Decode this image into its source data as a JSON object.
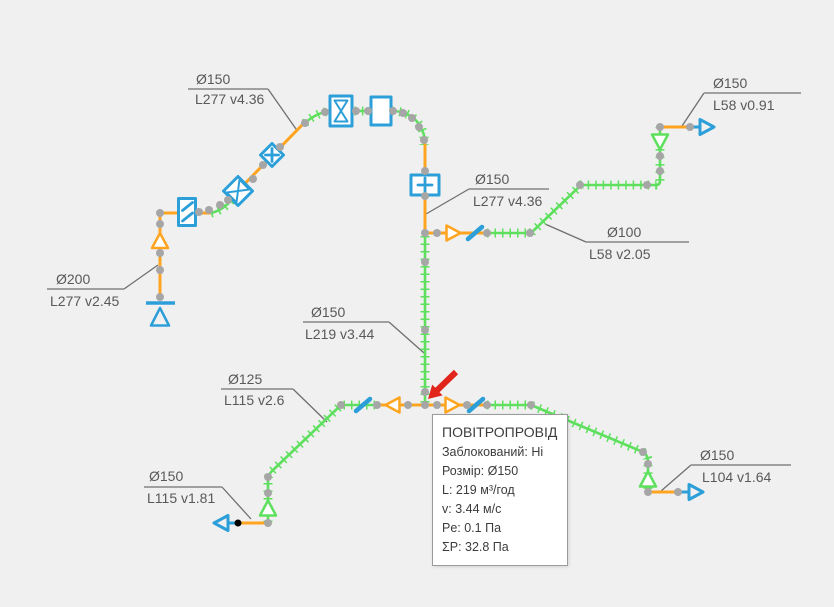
{
  "colors": {
    "background": "#f0f0f0",
    "pipe_green": "#5ee05e",
    "pipe_orange": "#ffa41f",
    "symbol_blue": "#2d9fd8",
    "node_gray": "#a6a6a6",
    "cursor_red": "#e1251b",
    "label_text": "#595959",
    "callout_line": "#a0a0a0",
    "leader_line": "#6f6f6f",
    "tooltip_border": "#9b9b9b",
    "tooltip_bg": "#ffffff",
    "tooltip_text": "#3c3c3c",
    "terminal_black": "#000000"
  },
  "callouts": [
    {
      "size": "Ø150",
      "detail": "L277 v4.36"
    },
    {
      "size": "Ø200",
      "detail": "L277 v2.45"
    },
    {
      "size": "Ø150",
      "detail": "L277 v4.36"
    },
    {
      "size": "Ø100",
      "detail": "L58 v2.05"
    },
    {
      "size": "Ø150",
      "detail": "L58 v0.91"
    },
    {
      "size": "Ø150",
      "detail": "L219 v3.44"
    },
    {
      "size": "Ø125",
      "detail": "L115 v2.6"
    },
    {
      "size": "Ø150",
      "detail": "L115 v1.81"
    },
    {
      "size": "Ø150",
      "detail": "L104 v1.64"
    }
  ],
  "tooltip": {
    "title": "ПОВІТРОПРОВІД",
    "rows": [
      "Заблокований: Ні",
      "Розмір: Ø150",
      "L: 219 м³/год",
      "v: 3.44 м/с",
      "Pe: 0.1 Па",
      "ΣP: 32.8 Па"
    ]
  }
}
